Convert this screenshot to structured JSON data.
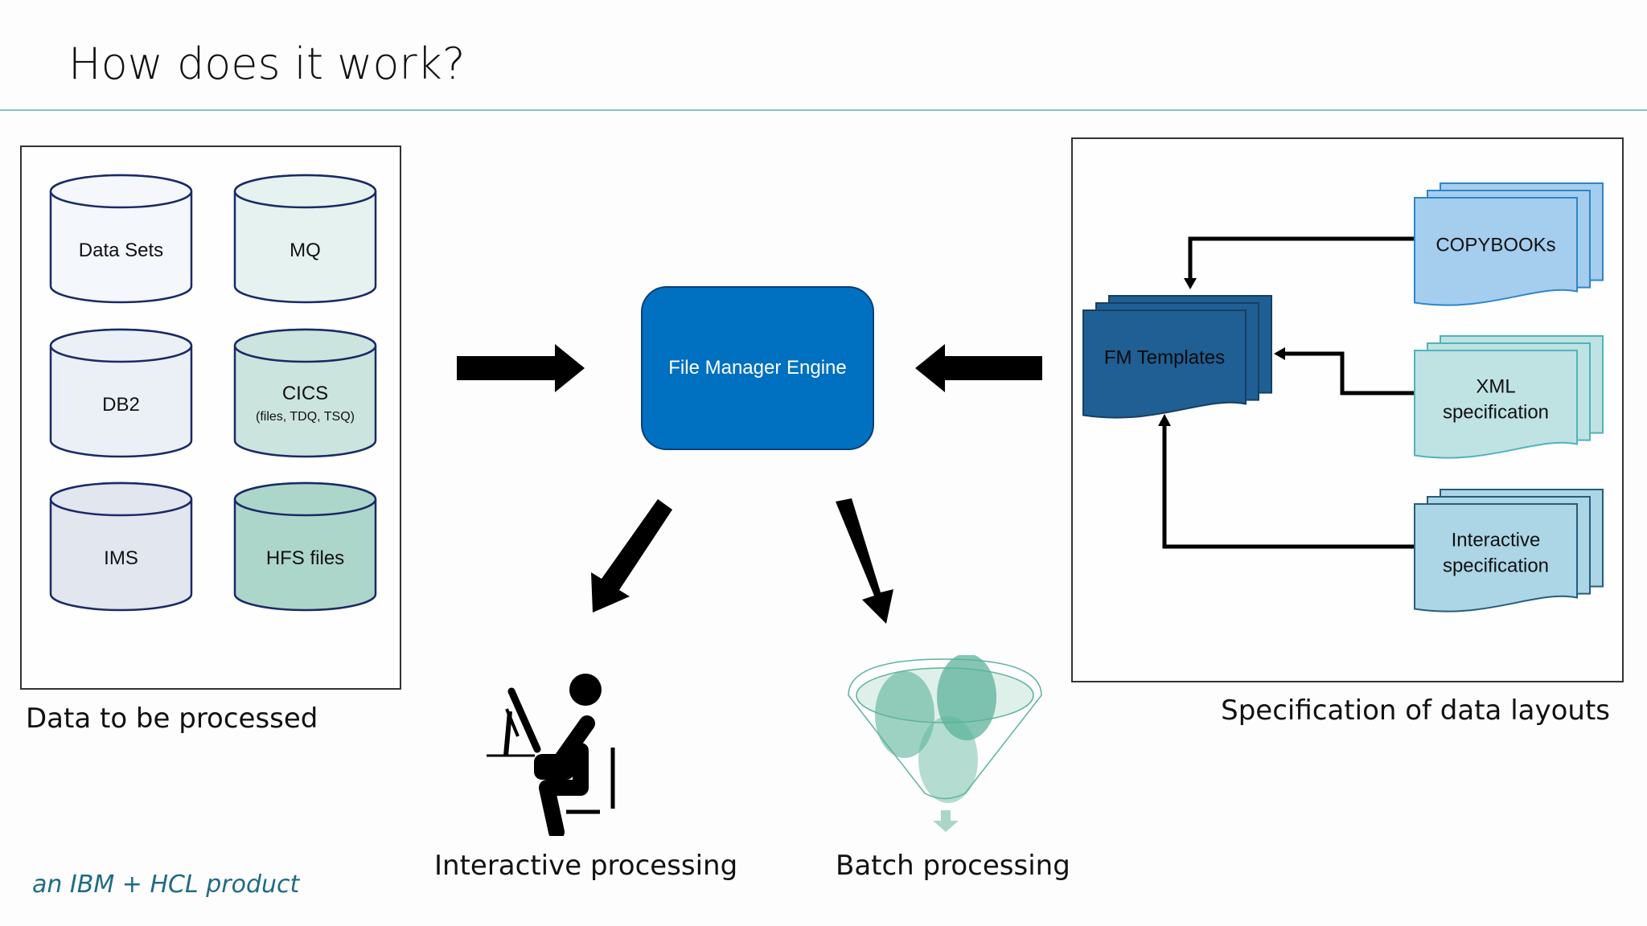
{
  "slide": {
    "title": "How does it work?",
    "footer": "an IBM + HCL product"
  },
  "data_panel": {
    "caption": "Data to be processed",
    "sources": [
      {
        "label": "Data Sets",
        "sub": "",
        "fill": "#f4f7fb"
      },
      {
        "label": "MQ",
        "sub": "",
        "fill": "#e6f2ef"
      },
      {
        "label": "DB2",
        "sub": "",
        "fill": "#ebf0f6"
      },
      {
        "label": "CICS",
        "sub": "(files, TDQ, TSQ)",
        "fill": "#cbe4dd"
      },
      {
        "label": "IMS",
        "sub": "",
        "fill": "#e1e6ef"
      },
      {
        "label": "HFS files",
        "sub": "",
        "fill": "#acd6ca"
      }
    ]
  },
  "engine": {
    "label": "File Manager Engine",
    "color": "#0070c0"
  },
  "outputs": {
    "interactive": "Interactive processing",
    "batch": "Batch processing"
  },
  "layout_panel": {
    "caption": "Specification of data layouts",
    "templates": {
      "label": "FM Templates",
      "color": "#1f5f94"
    },
    "specs": [
      {
        "line1": "COPYBOOKs",
        "line2": "",
        "fill": "#a4cdee",
        "stroke": "#2e86c8"
      },
      {
        "line1": "XML",
        "line2": "specification",
        "fill": "#bfe2e3",
        "stroke": "#4fb3bd"
      },
      {
        "line1": "Interactive",
        "line2": "specification",
        "fill": "#acd5e6",
        "stroke": "#245e7c"
      }
    ]
  },
  "colors": {
    "cylinder_stroke": "#1a2a66",
    "arrow": "#000000",
    "funnel": "#5bb39a"
  }
}
